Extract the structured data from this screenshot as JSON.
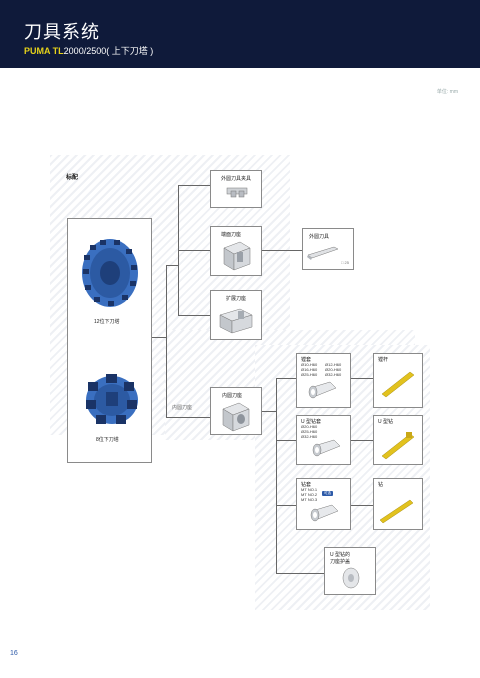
{
  "header": {
    "title": "刀具系统",
    "subtitle_brand": "PUMA TL",
    "subtitle_model": "2000/2500",
    "subtitle_note": "( 上下刀塔 )"
  },
  "unit_label": "单位: mm",
  "section_label": "标配",
  "turrets": {
    "turret_12": "12位下刀塔",
    "turret_8": "8位下刀塔"
  },
  "branch_label_id": "内圆刀座",
  "holders": {
    "od_clamp": "外圆刀具夹具",
    "face_holder": "端面刀座",
    "ext_holder": "扩展刀座",
    "id_holder": "内圆刀座",
    "od_tool": "外圆刀具",
    "od_tool_size": "□ 25"
  },
  "sleeve": {
    "title": "镗套",
    "specs_left": [
      "Ø10-H60",
      "Ø16-H60",
      "Ø25-H60"
    ],
    "specs_right": [
      "Ø12-H60",
      "Ø20-H60",
      "Ø32-H60"
    ]
  },
  "boring_bar": "镗杆",
  "u_drill_sleeve": {
    "title": "U 型钻套",
    "specs": [
      "Ø20-H60",
      "Ø25-H60",
      "Ø32-H60"
    ]
  },
  "u_drill": "U 型钻",
  "drill_sleeve": {
    "title": "钻套",
    "specs": [
      "MT NO.1",
      "MT NO.2",
      "MT NO.3"
    ],
    "badge": "可选"
  },
  "drill": "钻",
  "u_drill_cover": {
    "line1": "U 型钻的",
    "line2": "刀座护盖"
  },
  "page_number": "16",
  "colors": {
    "header_bg": "#0f1a3a",
    "accent_yellow": "#e6d21a",
    "turret_blue": "#3a6fc0",
    "tool_gold": "#e2c21e"
  }
}
